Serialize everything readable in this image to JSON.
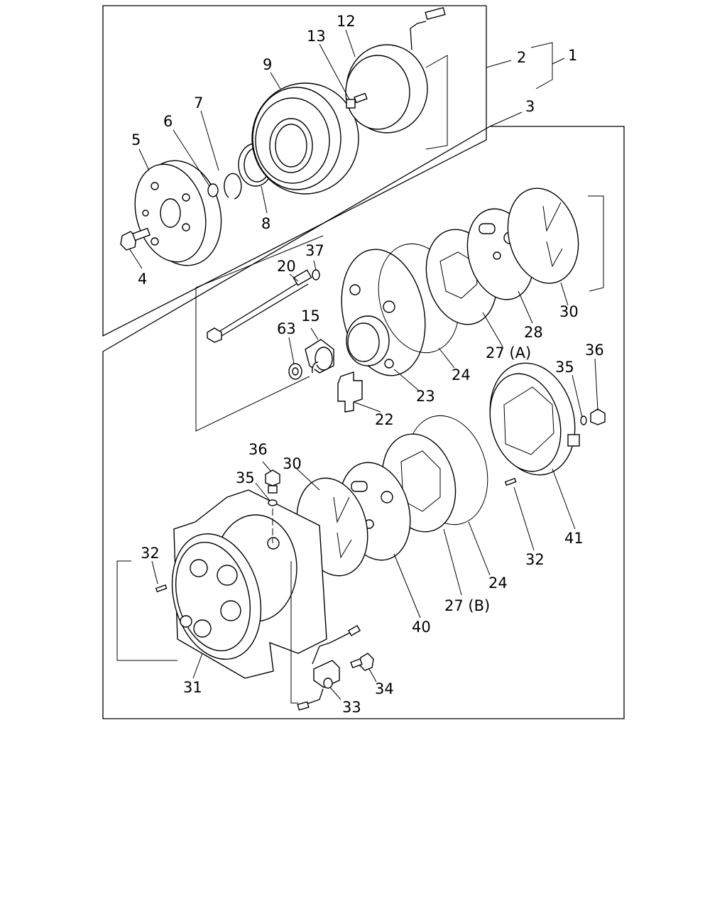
{
  "labels": {
    "p1": "1",
    "p2": "2",
    "p3": "3",
    "p4": "4",
    "p5": "5",
    "p6": "6",
    "p7": "7",
    "p8": "8",
    "p9": "9",
    "p12": "12",
    "p13": "13",
    "p15": "15",
    "p20": "20",
    "p22": "22",
    "p23": "23",
    "p24a": "24",
    "p24b": "24",
    "p27a": "27 (A)",
    "p27b": "27 (B)",
    "p28": "28",
    "p30a": "30",
    "p30b": "30",
    "p31": "31",
    "p32a": "32",
    "p32b": "32",
    "p33": "33",
    "p34": "34",
    "p35a": "35",
    "p35b": "35",
    "p36a": "36",
    "p36b": "36",
    "p37": "37",
    "p40": "40",
    "p41": "41",
    "p63": "63"
  }
}
